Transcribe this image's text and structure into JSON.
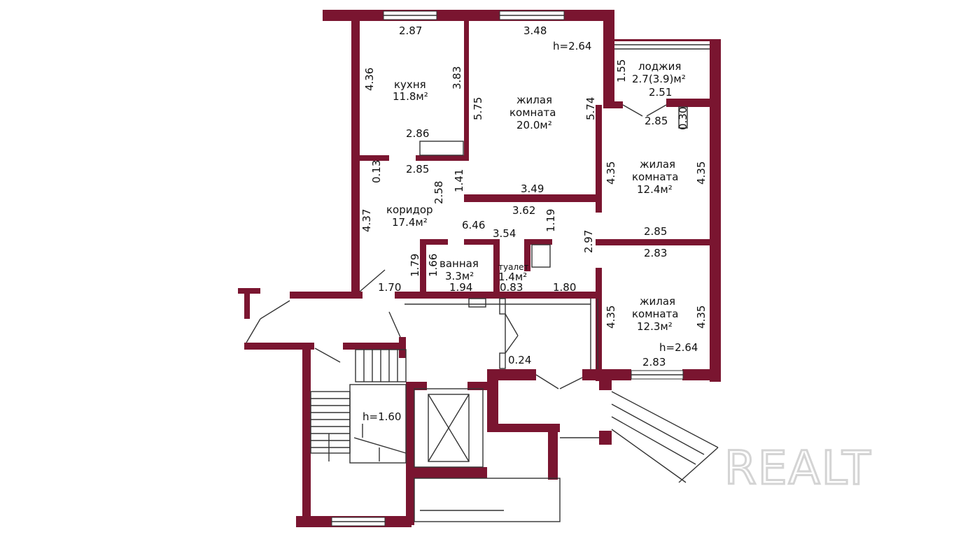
{
  "rooms": {
    "kitchen": {
      "name": "кухня",
      "area": "11.8м²"
    },
    "living1": {
      "name1": "жилая",
      "name2": "комната",
      "area": "20.0м²"
    },
    "loggia": {
      "name": "лоджия",
      "area": "2.7(3.9)м²"
    },
    "living2": {
      "name1": "жилая",
      "name2": "комната",
      "area": "12.4м²"
    },
    "corridor": {
      "name": "коридор",
      "area": "17.4м²"
    },
    "bath": {
      "name": "ванная",
      "area": "3.3м²"
    },
    "toilet": {
      "name": "туалет",
      "area": "1.4м²"
    },
    "living3": {
      "name1": "жилая",
      "name2": "комната",
      "area": "12.3м²"
    }
  },
  "dimensions": {
    "kitchen_top": "2.87",
    "living1_top": "3.48",
    "height_top": "h=2.64",
    "kitchen_left": "4.36",
    "kitchen_right": "3.83",
    "kitchen_bottom_a": "2.86",
    "living1_left": "5.75",
    "living1_right": "5.74",
    "loggia_h": "1.55",
    "loggia_w": "2.51",
    "loggia_inner": "2.85",
    "loggia_side": "0.30",
    "corr_stub": "0.13",
    "kitchen_bottom_b": "2.85",
    "corr_a": "1.41",
    "corr_b": "2.58",
    "living1_bottom": "3.49",
    "living2_left": "4.35",
    "living2_right": "4.35",
    "corr_span": "3.62",
    "corr_left": "4.37",
    "corr_c": "1.19",
    "corr_len": "6.46",
    "corr_d": "3.54",
    "corr_e": "2.97",
    "living2_bottom": "2.85",
    "living3_top": "2.83",
    "bath_a": "1.79",
    "bath_b": "1.66",
    "entry_a": "1.70",
    "bath_w": "1.94",
    "toilet_w": "0.83",
    "entry_b": "1.80",
    "living3_left": "4.35",
    "living3_right": "4.35",
    "height_bottom": "h=2.64",
    "living3_bottom": "2.83",
    "vest": "0.24",
    "stair_h": "h=1.60"
  },
  "watermark": "REALT",
  "colors": {
    "wall": "#7a1530",
    "line": "#333333",
    "watermark": "#d4d4d4"
  }
}
